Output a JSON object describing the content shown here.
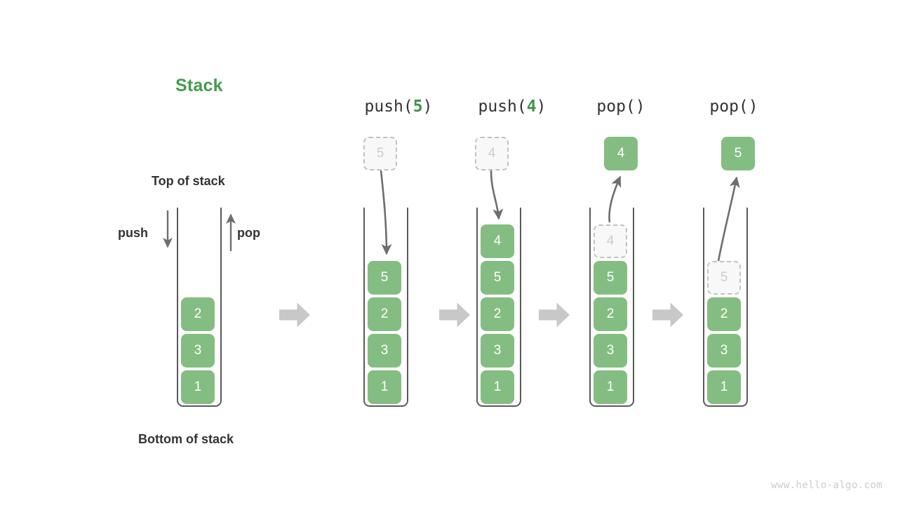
{
  "title": {
    "text": "Stack",
    "color": "#469b4e"
  },
  "labels": {
    "top_of_stack": "Top of stack",
    "bottom_of_stack": "Bottom of stack",
    "push": "push",
    "pop": "pop"
  },
  "colors": {
    "cell_fill": "#84bd81",
    "cell_text": "#ffffff",
    "ghost_fill": "#f8f8f8",
    "ghost_border": "#c2c2c2",
    "ghost_text": "#cdcdcd",
    "container_stroke": "#5a5a5a",
    "arrow_gray": "#6e6e6e",
    "block_arrow": "#c8c8c8",
    "accent_green": "#3f9447",
    "label_dark": "#333333",
    "watermark": "#cccccc"
  },
  "panels": [
    {
      "id": "initial",
      "header": null,
      "header_op": null,
      "header_arg": null,
      "stack": [
        "2",
        "3",
        "1"
      ],
      "floating": null,
      "ghost_in_stack": null
    },
    {
      "id": "push-5",
      "header_op": "push(",
      "header_arg": "5",
      "header_close": ")",
      "header_full": "push(5)",
      "stack": [
        "5",
        "2",
        "3",
        "1"
      ],
      "floating": {
        "value": "5",
        "style": "ghost"
      },
      "ghost_in_stack": null
    },
    {
      "id": "push-4",
      "header_op": "push(",
      "header_arg": "4",
      "header_close": ")",
      "header_full": "push(4)",
      "stack": [
        "4",
        "5",
        "2",
        "3",
        "1"
      ],
      "floating": {
        "value": "4",
        "style": "ghost"
      },
      "ghost_in_stack": null
    },
    {
      "id": "pop-1",
      "header_op": "pop(",
      "header_arg": "",
      "header_close": ")",
      "header_full": "pop()",
      "stack": [
        "5",
        "2",
        "3",
        "1"
      ],
      "floating": {
        "value": "4",
        "style": "solid"
      },
      "ghost_in_stack": {
        "value": "4"
      }
    },
    {
      "id": "pop-2",
      "header_op": "pop(",
      "header_arg": "",
      "header_close": ")",
      "header_full": "pop()",
      "stack": [
        "2",
        "3",
        "1"
      ],
      "floating": {
        "value": "5",
        "style": "solid"
      },
      "ghost_in_stack": {
        "value": "5"
      }
    }
  ],
  "watermark": "www.hello-algo.com"
}
